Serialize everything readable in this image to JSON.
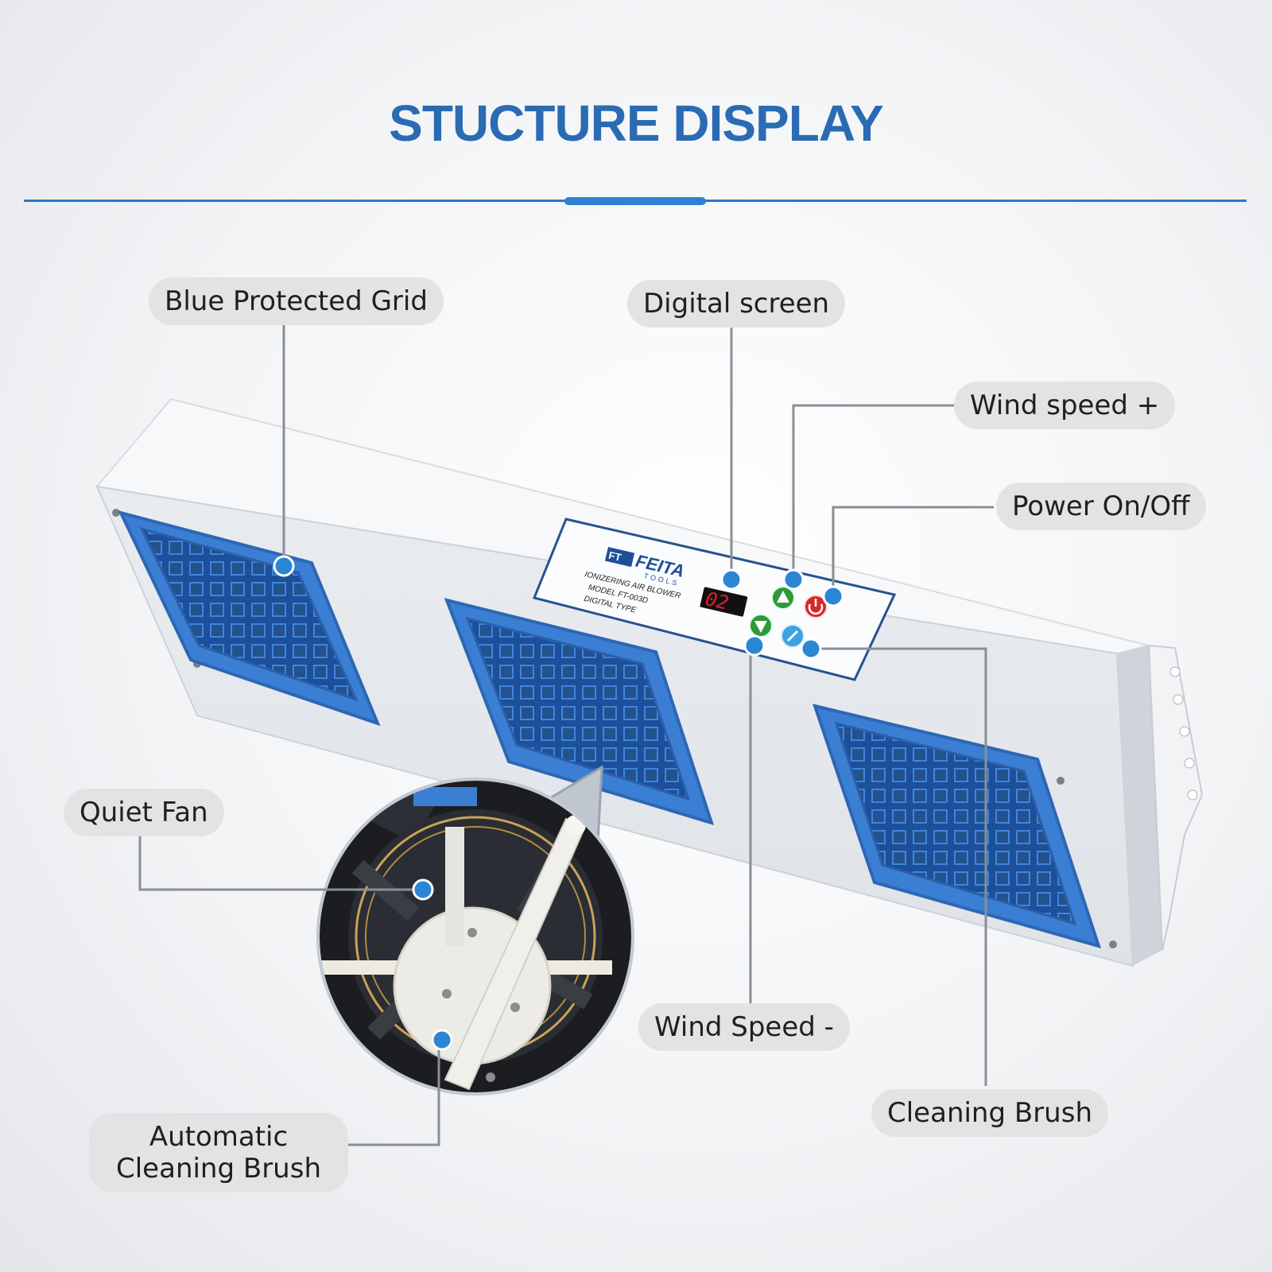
{
  "title": "STUCTURE DISPLAY",
  "device": {
    "brand": "FEITA",
    "brand_sub": "TOOLS",
    "logo_mark": "FT",
    "label_lines": [
      "IONIZERING AIR BLOWER",
      "MODEL  FT-003D",
      "DIGITAL  TYPE"
    ],
    "display_value": "02"
  },
  "callouts": {
    "blue_grid": "Blue Protected Grid",
    "digital_screen": "Digital screen",
    "wind_plus": "Wind speed +",
    "power": "Power On/Off",
    "quiet_fan": "Quiet Fan",
    "wind_minus": "Wind Speed -",
    "cleaning_brush": "Cleaning Brush",
    "auto_brush_line1": "Automatic",
    "auto_brush_line2": "Cleaning Brush"
  },
  "colors": {
    "accent": "#2f78c0",
    "grid_blue": "#3b7fd4",
    "marker": "#2b86d4",
    "display_red": "#e0202a"
  }
}
